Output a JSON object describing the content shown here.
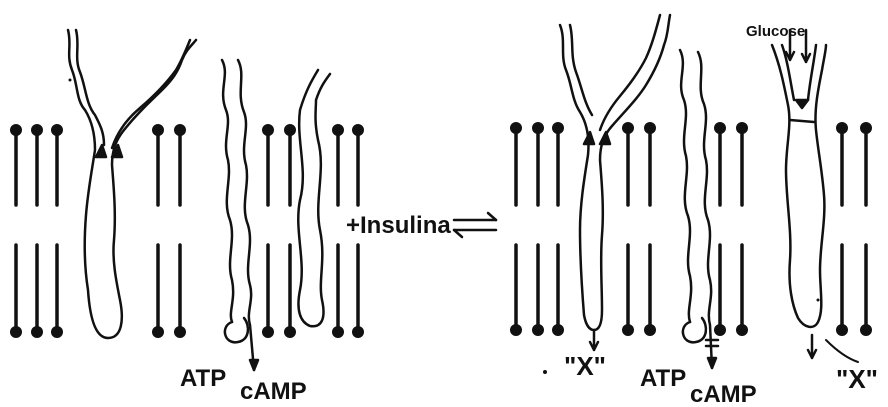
{
  "labels": {
    "atp_left": "ATP",
    "camp_left": "cAMP",
    "insulin": "+Insulina",
    "glucose": "Glucose",
    "atp_right": "ATP",
    "camp_right": "cAMP",
    "x_left": "\"X\"",
    "x_right": "\"X\""
  }
}
